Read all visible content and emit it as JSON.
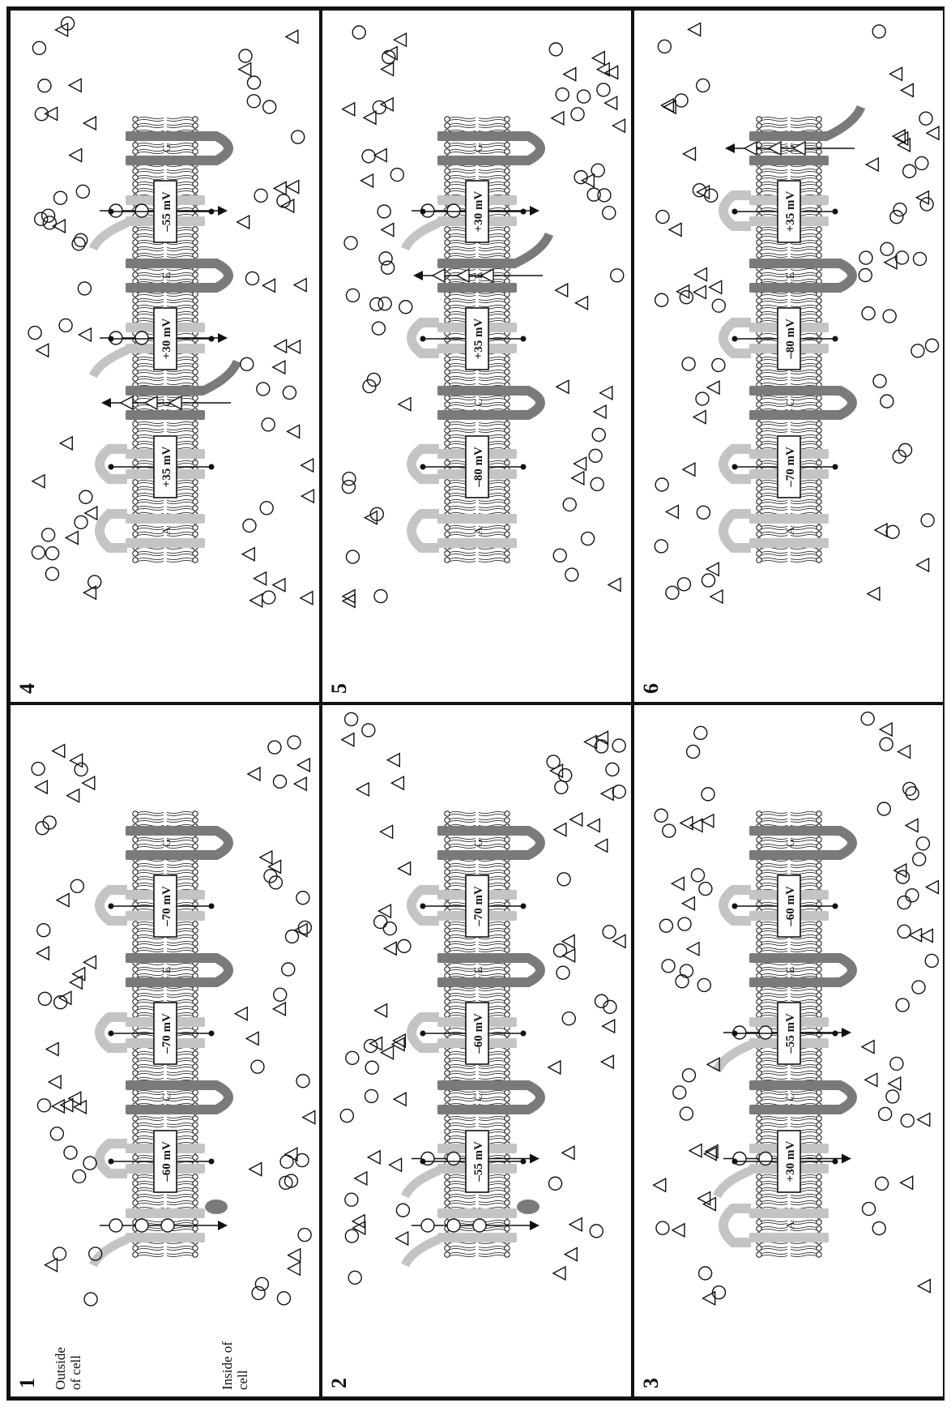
{
  "labels": {
    "outside": "Outside of cell",
    "inside": "Inside of cell"
  },
  "proteins": [
    "A",
    "B",
    "C",
    "D",
    "E",
    "F",
    "G"
  ],
  "colors": {
    "light_gray": "#c4c4c4",
    "dark_gray": "#7a7a7a",
    "line": "#111111",
    "background": "#ffffff"
  },
  "icons": {
    "circle": "sodium-ion-icon",
    "triangle": "potassium-ion-icon"
  },
  "panels": [
    {
      "number": "1",
      "voltages": [
        "–60 mV",
        "–70 mV",
        "–70 mV"
      ],
      "open_channels": [
        "A"
      ],
      "flux_direction": {
        "A": "inward"
      },
      "plug": [
        "A"
      ]
    },
    {
      "number": "2",
      "voltages": [
        "–55 mV",
        "–60 mV",
        "–70 mV"
      ],
      "open_channels": [
        "A",
        "B"
      ],
      "flux_direction": {
        "A": "inward",
        "B": "inward"
      },
      "plug": [
        "A"
      ]
    },
    {
      "number": "3",
      "voltages": [
        "+30 mV",
        "–55 mV",
        "–60 mV"
      ],
      "open_channels": [
        "B",
        "D"
      ],
      "flux_direction": {
        "B": "inward",
        "D": "inward"
      },
      "plug": []
    },
    {
      "number": "4",
      "voltages": [
        "+35 mV",
        "+30 mV",
        "–55 mV"
      ],
      "open_channels": [
        "C",
        "D",
        "F"
      ],
      "flux_direction": {
        "C": "outward",
        "D": "inward",
        "F": "inward"
      },
      "plug": []
    },
    {
      "number": "5",
      "voltages": [
        "–80 mV",
        "+35 mV",
        "+30 mV"
      ],
      "open_channels": [
        "E",
        "F"
      ],
      "flux_direction": {
        "E": "outward",
        "F": "inward"
      },
      "plug": []
    },
    {
      "number": "6",
      "voltages": [
        "–70 mV",
        "–80 mV",
        "+35 mV"
      ],
      "open_channels": [
        "G"
      ],
      "flux_direction": {
        "G": "outward"
      },
      "plug": []
    }
  ]
}
